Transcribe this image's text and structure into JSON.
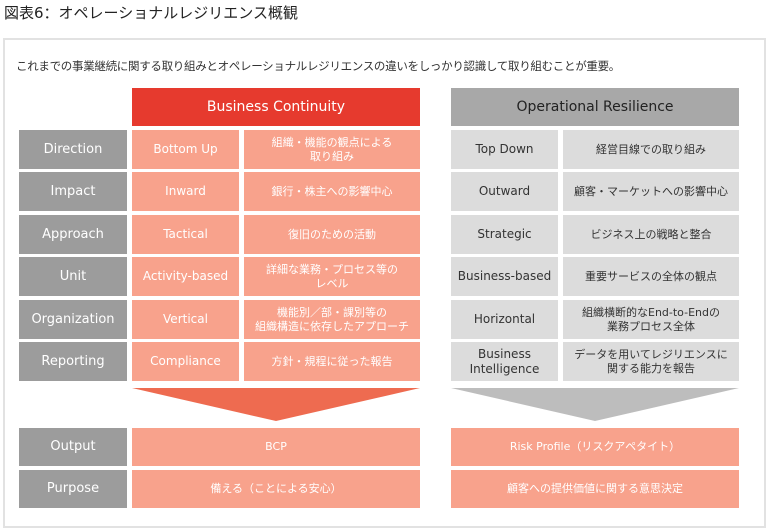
{
  "title": "図表6：オペレーショナルレジリエンス概観",
  "intro": "これまでの事業継続に関する取り組みとオペレーショナルレジリエンスの違いをしっかり認識して取り組むことが重要。",
  "colors": {
    "bc_header": "#e63a2e",
    "bc_cell": "#f8a28c",
    "bc_arrow": "#ee6b50",
    "or_header": "#a8a8a8",
    "or_cell": "#dcdcdc",
    "or_arrow": "#bdbdbd",
    "label": "#9c9c9c"
  },
  "headers": {
    "bc": "Business Continuity",
    "or": "Operational Resilience"
  },
  "rows": [
    {
      "label": "Direction",
      "bc_en": "Bottom Up",
      "bc_jp": "組織・機能の観点による\n取り組み",
      "or_en": "Top Down",
      "or_jp": "経営目線での取り組み"
    },
    {
      "label": "Impact",
      "bc_en": "Inward",
      "bc_jp": "銀行・株主への影響中心",
      "or_en": "Outward",
      "or_jp": "顧客・マーケットへの影響中心"
    },
    {
      "label": "Approach",
      "bc_en": "Tactical",
      "bc_jp": "復旧のための活動",
      "or_en": "Strategic",
      "or_jp": "ビジネス上の戦略と整合"
    },
    {
      "label": "Unit",
      "bc_en": "Activity-based",
      "bc_jp": "詳細な業務・プロセス等の\nレベル",
      "or_en": "Business-based",
      "or_jp": "重要サービスの全体の観点"
    },
    {
      "label": "Organization",
      "bc_en": "Vertical",
      "bc_jp": "機能別／部・課別等の\n組織構造に依存したアプローチ",
      "or_en": "Horizontal",
      "or_jp": "組織横断的なEnd-to-Endの\n業務プロセス全体"
    },
    {
      "label": "Reporting",
      "bc_en": "Compliance",
      "bc_jp": "方針・規程に従った報告",
      "or_en": "Business\nIntelligence",
      "or_jp": "データを用いてレジリエンスに\n関する能力を報告"
    }
  ],
  "outcomes": [
    {
      "label": "Output",
      "bc": "BCP",
      "or": "Risk Profile（リスクアペタイト）"
    },
    {
      "label": "Purpose",
      "bc": "備える（ことによる安心）",
      "or": "顧客への提供価値に関する意思決定"
    }
  ]
}
